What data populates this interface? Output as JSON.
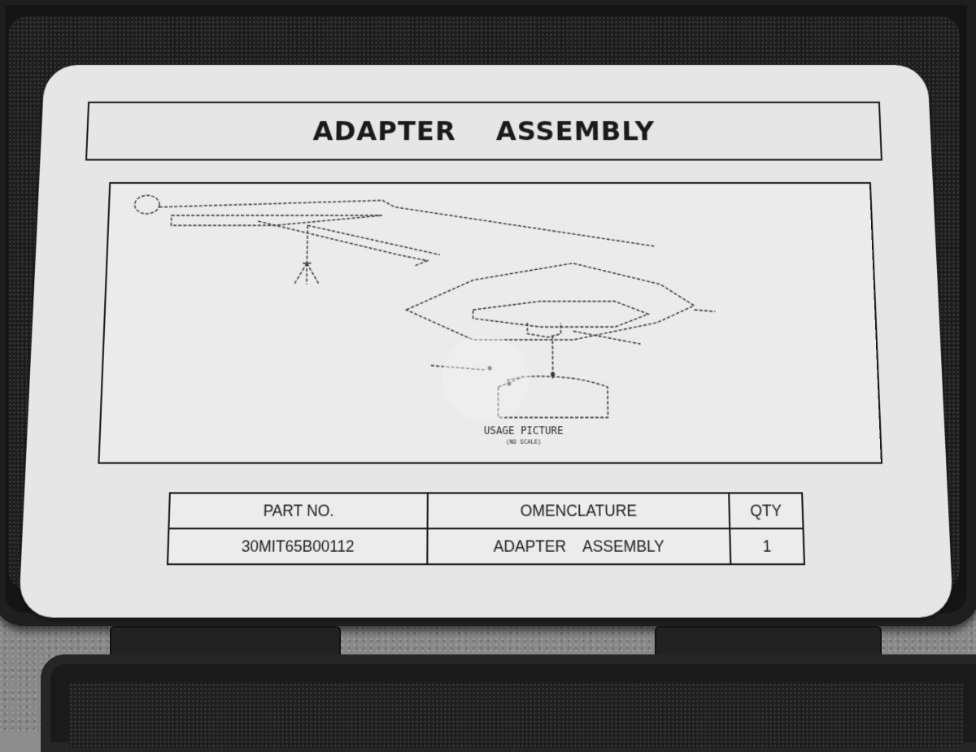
{
  "label": {
    "title": "ADAPTER    ASSEMBLY",
    "drawing": {
      "caption": "USAGE PICTURE",
      "sub_caption": "(NO SCALE)"
    },
    "table": {
      "headers": [
        "PART NO.",
        "OMENCLATURE",
        "QTY"
      ],
      "rows": [
        [
          "30MIT65B00112",
          "ADAPTER    ASSEMBLY",
          "1"
        ]
      ]
    }
  },
  "colors": {
    "case": "#151515",
    "label": "#e6e6e6",
    "ink": "#1a1a1a"
  }
}
